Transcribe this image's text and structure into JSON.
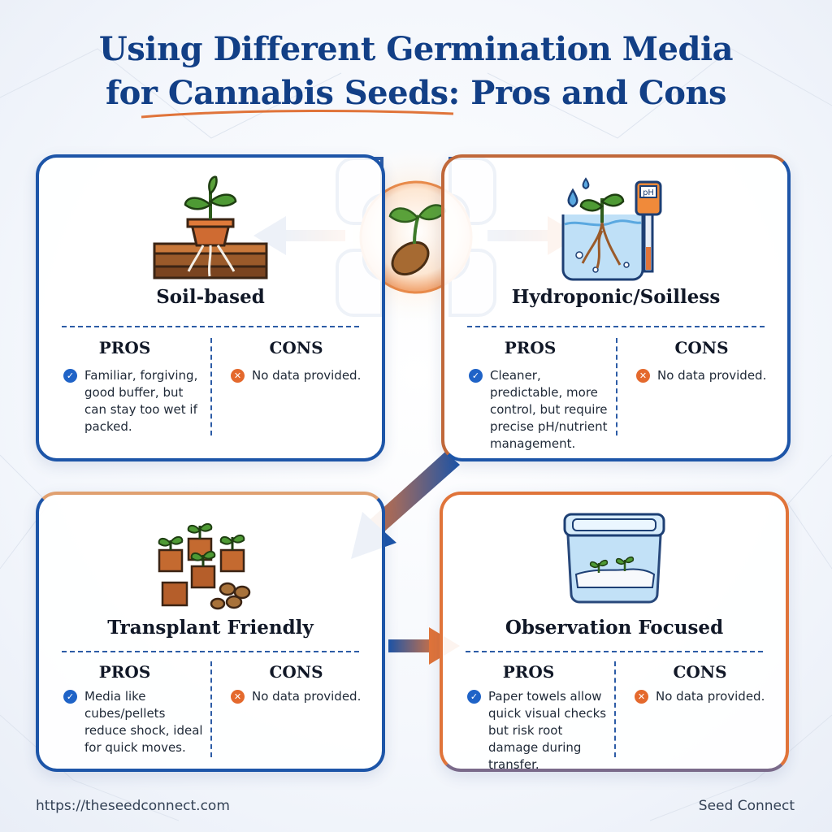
{
  "title": {
    "line1": "Using Different Germination Media",
    "line2": "for Cannabis Seeds: Pros and Cons"
  },
  "cards": [
    {
      "name": "Soil-based",
      "pros_label": "PROS",
      "cons_label": "CONS",
      "pros": "Familiar, forgiving, good buffer, but can stay too wet if packed.",
      "cons": "No data provided."
    },
    {
      "name": "Hydroponic/Soilless",
      "pros_label": "PROS",
      "cons_label": "CONS",
      "pros": "Cleaner, predictable, more control, but require precise pH/nutrient management.",
      "cons": "No data provided."
    },
    {
      "name": "Transplant Friendly",
      "pros_label": "PROS",
      "cons_label": "CONS",
      "pros": "Media like cubes/pellets reduce shock, ideal for quick moves.",
      "cons": "No data provided."
    },
    {
      "name": "Observation Focused",
      "pros_label": "PROS",
      "cons_label": "CONS",
      "pros": "Paper towels allow quick visual checks but risk root damage during transfer.",
      "cons": "No data provided."
    }
  ],
  "ph_meter_label": "pH",
  "footer": {
    "url": "https://theseedconnect.com",
    "brand": "Seed Connect"
  },
  "colors": {
    "primary_blue": "#1d55a8",
    "accent_orange": "#e0743a",
    "title_blue": "#123f86",
    "check_blue": "#1f63c7",
    "cross_orange": "#e4692d"
  }
}
